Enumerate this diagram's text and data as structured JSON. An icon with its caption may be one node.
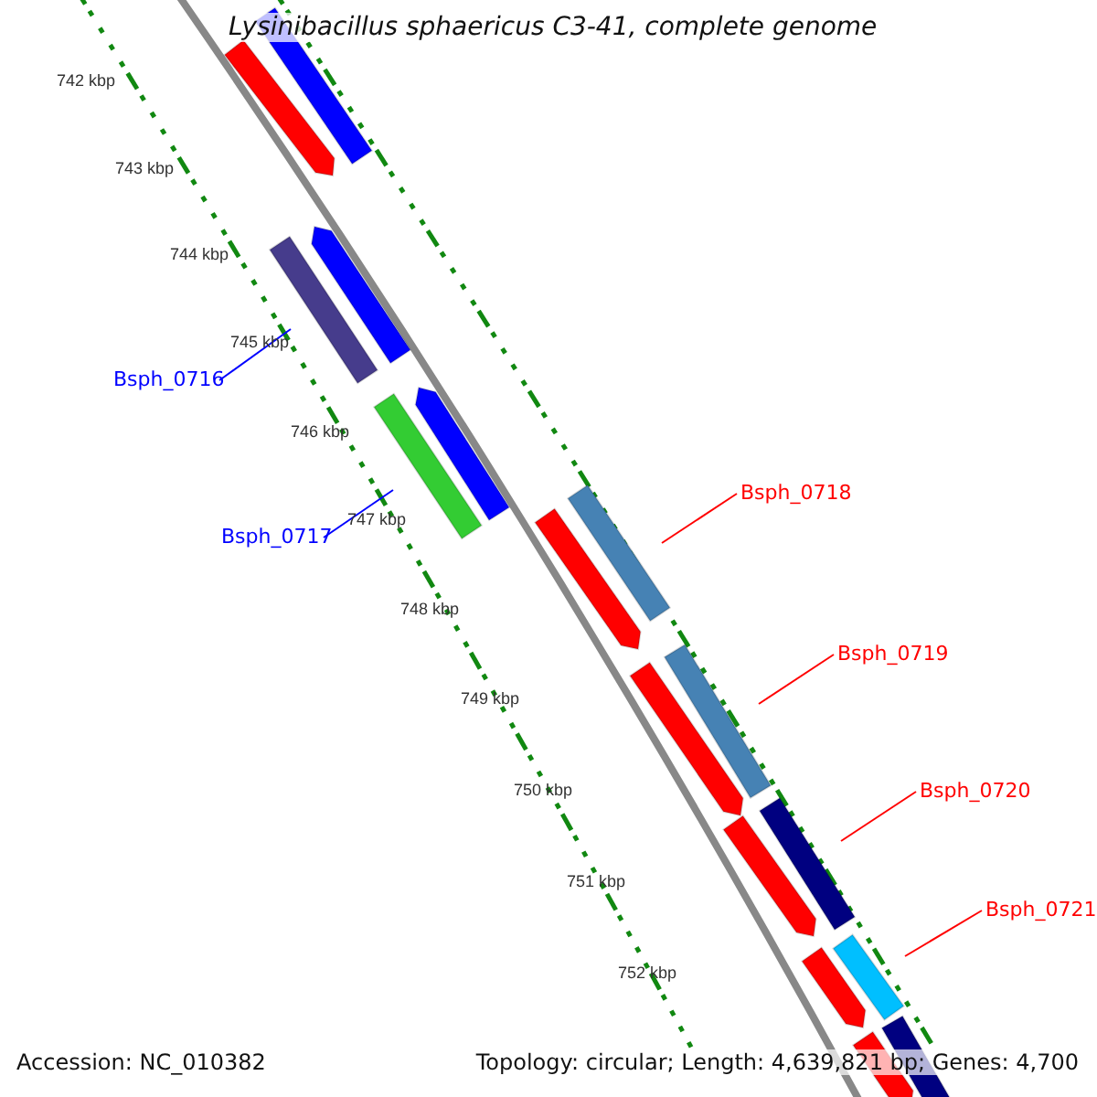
{
  "diagram": {
    "title": "Lysinibacillus sphaericus C3-41, complete genome",
    "nodes": [
      {
        "text": [],
        "shape": "bar"
      },
      {
        "text": [],
        "shape": "arrow"
      },
      {
        "text": [],
        "shape": "arrow"
      },
      {
        "text": [],
        "shape": "bar"
      },
      {
        "text": [
          "Bsph_0716"
        ]
      },
      {
        "text": [],
        "shape": "arrow"
      },
      {
        "text": [],
        "shape": "bar"
      },
      {
        "text": [
          "Bsph_0718"
        ]
      },
      {
        "text": [],
        "shape": "bar"
      },
      {
        "text": [],
        "shape": "arrow"
      },
      {
        "text": [
          "Bsph_0717"
        ]
      },
      {
        "text": [
          "Bsph_0719"
        ]
      },
      {
        "text": [],
        "shape": "bar"
      },
      {
        "text": [],
        "shape": "arrow"
      },
      {
        "text": [
          "Bsph_0720"
        ]
      },
      {
        "text": [],
        "shape": "bar"
      },
      {
        "text": [],
        "shape": "arrow"
      },
      {
        "text": [
          "Bsph_0721"
        ]
      },
      {
        "text": [],
        "shape": "bar"
      },
      {
        "text": [],
        "shape": "arrow"
      },
      {
        "text": [],
        "shape": "bar"
      },
      {
        "text": [],
        "shape": "arrow"
      }
    ],
    "edges": [
      {
        "from": 4,
        "to": 3,
        "arrow": "none",
        "color": "#0000ff"
      },
      {
        "from": 10,
        "to": 6,
        "arrow": "none",
        "color": "#0000ff"
      },
      {
        "from": 7,
        "to": 8,
        "arrow": "none"
      },
      {
        "from": 11,
        "to": 12,
        "arrow": "none"
      },
      {
        "from": 14,
        "to": 15,
        "arrow": "none"
      },
      {
        "from": 17,
        "to": 18,
        "arrow": "none"
      }
    ],
    "labels": [
      "742 kbp",
      "743 kbp",
      "744 kbp",
      "745 kbp",
      "746 kbp",
      "747 kbp",
      "748 kbp",
      "749 kbp",
      "750 kbp",
      "751 kbp",
      "752 kbp",
      "Accession: NC_010382",
      "Topology: circular; Length: 4,639,821 bp; Genes: 4,700"
    ]
  }
}
